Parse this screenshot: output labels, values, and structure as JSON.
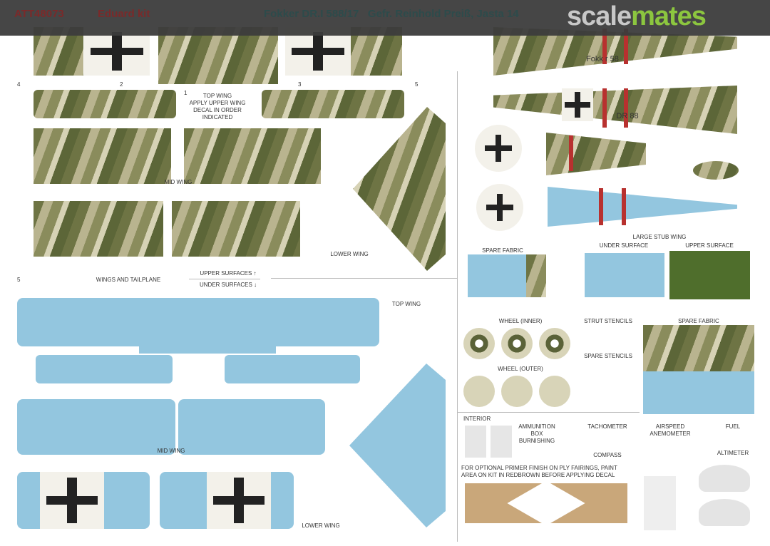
{
  "header": {
    "code": "ATT48073",
    "kit": "Eduard kit",
    "title": "Fokker DR.I 588/17   Gefr. Reinhold Preiß, Jasta 14",
    "logo_left": "scale",
    "logo_right": "mates"
  },
  "labels": {
    "top_wing_instr": "TOP WING\nAPPLY UPPER WING\nDECAL IN ORDER\nINDICATED",
    "mid_wing": "MID WING",
    "lower_wing": "LOWER WING",
    "wings_tailplane": "WINGS AND TAILPLANE",
    "upper_surfaces": "UPPER SURFACES ↑",
    "under_surfaces": "UNDER SURFACES ↓",
    "top_wing": "TOP WING",
    "mid_wing_under": "MID WING",
    "lower_wing_under": "LOWER WING",
    "large_stub_wing": "LARGE STUB WING",
    "stub_under": "UNDER SURFACE",
    "stub_upper": "UPPER SURFACE",
    "spare_fabric": "SPARE FABRIC",
    "spare_fabric_2": "SPARE FABRIC",
    "wheel_inner": "WHEEL (INNER)",
    "wheel_outer": "WHEEL (OUTER)",
    "strut_stencils": "STRUT STENCILS",
    "spare_stencils": "SPARE STENCILS",
    "interior": "INTERIOR",
    "ammo": "AMMUNITION\nBOX\nBURNISHING",
    "tachometer": "TACHOMETER",
    "compass": "COMPASS",
    "airspeed": "AIRSPEED\nANEMOMETER",
    "fuel": "FUEL",
    "altimeter": "ALTIMETER",
    "primer_note": "FOR OPTIONAL PRIMER FINISH ON PLY FAIRINGS, PAINT\nAREA ON KIT IN REDBROWN BEFORE APPLYING DECAL",
    "fuselage_serial": "Fokk  r  58",
    "fuselage_serial_2": "DR  88"
  },
  "numbers": [
    "4",
    "2",
    "1",
    "3",
    "5",
    "5"
  ],
  "colors": {
    "camo_dark": "#6e7444",
    "camo_light": "#d6d2b5",
    "sky_blue": "#93c6df",
    "dark_green": "#4f6e2c",
    "red_stripe": "#b8312f",
    "header_code": "#7a2a2a",
    "header_title": "#2d4b4b",
    "logo_grey": "#c8c8c8",
    "logo_green": "#8cc63f"
  }
}
